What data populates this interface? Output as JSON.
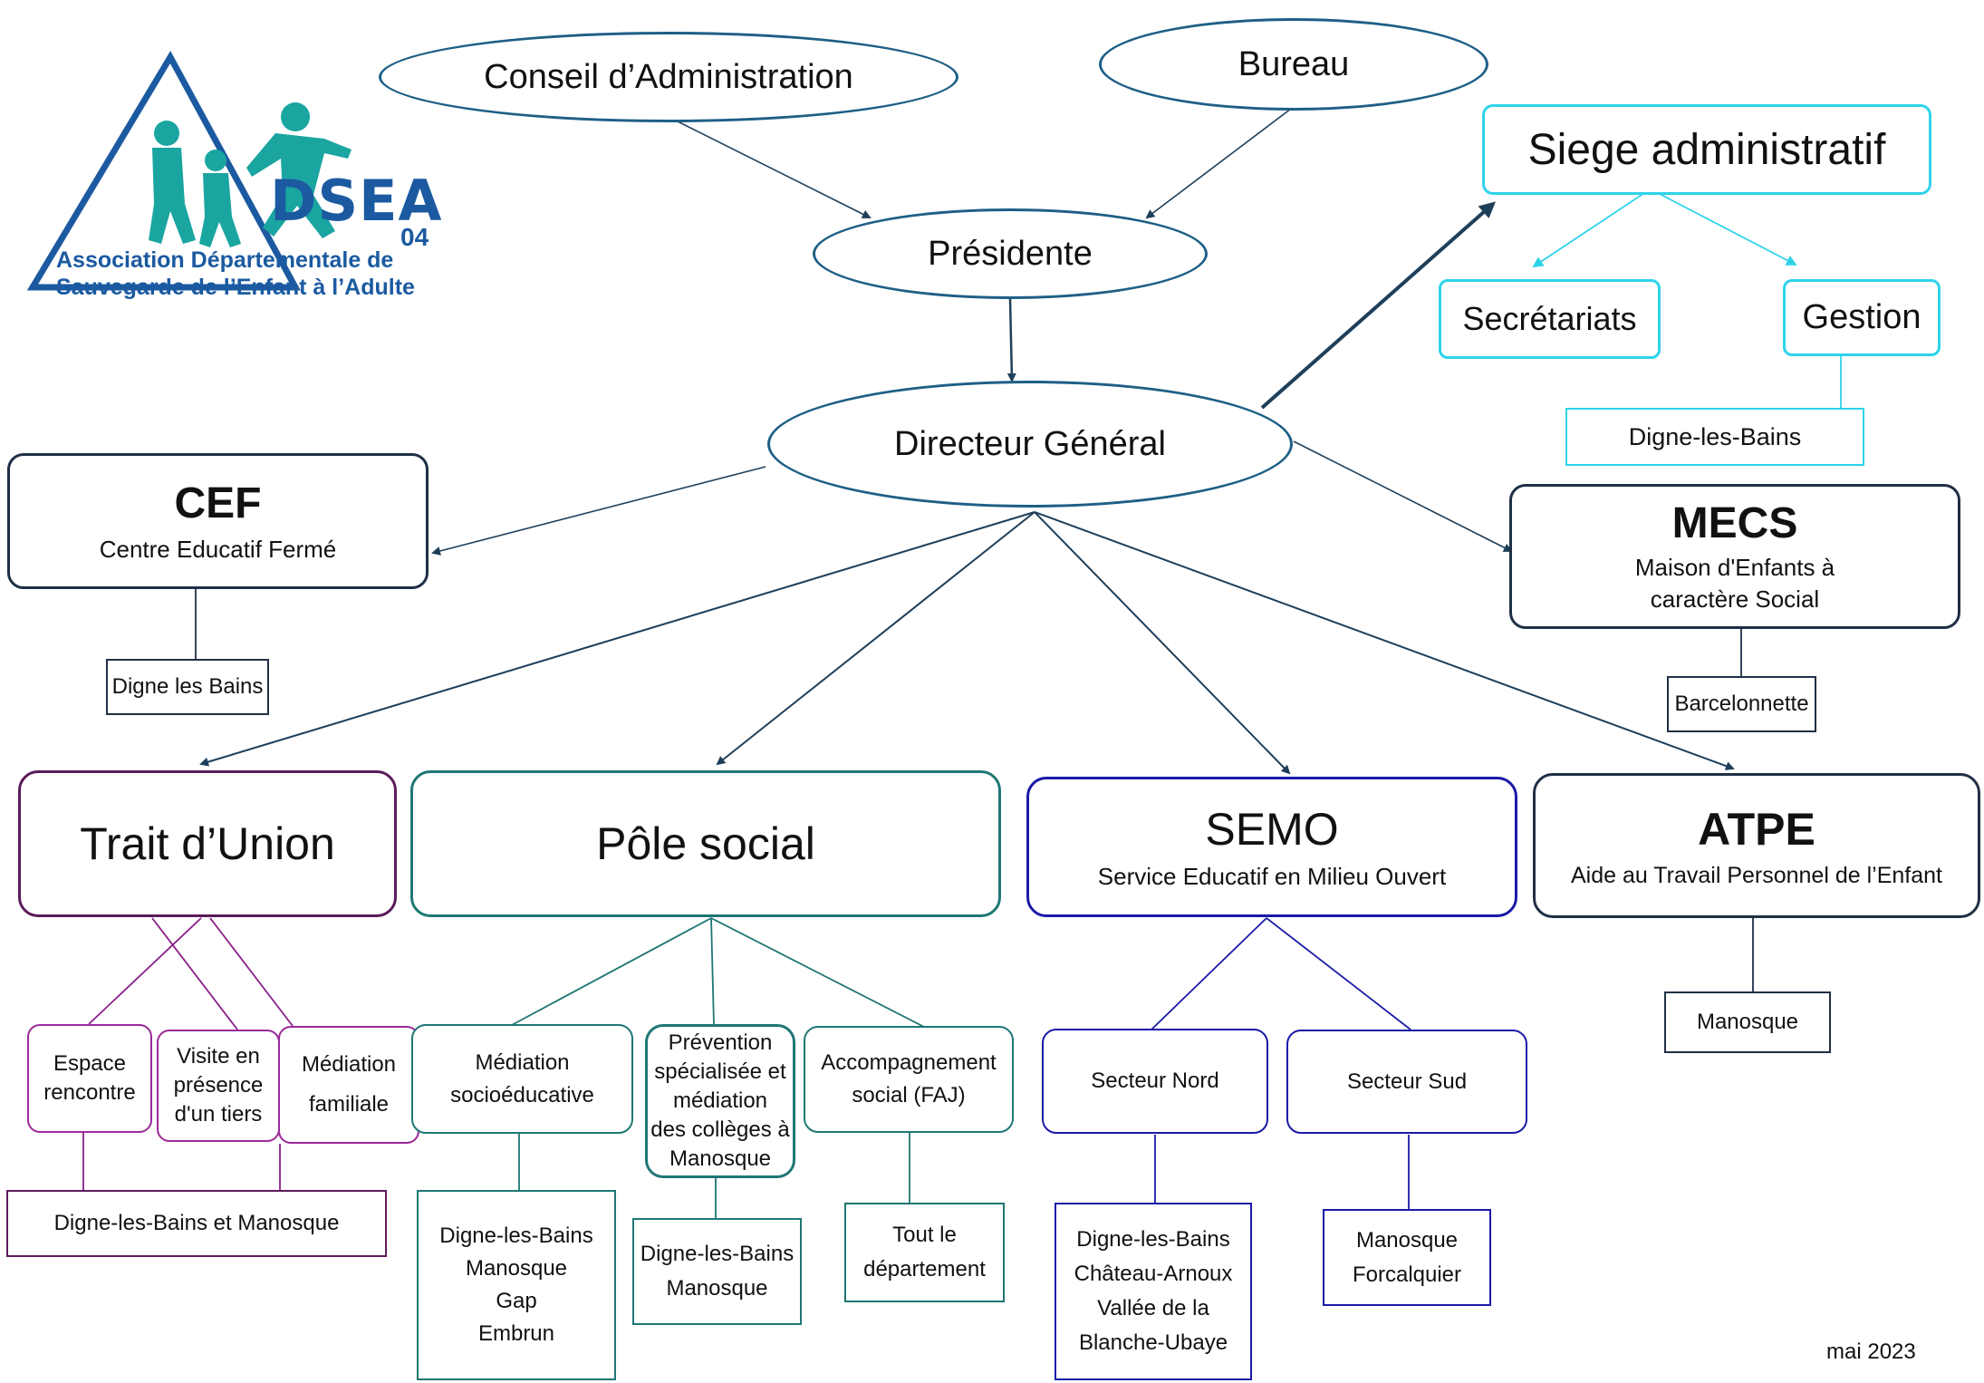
{
  "logo": {
    "mark": "DSEA",
    "mark_suffix": "04",
    "line1": "Association Départementale de",
    "line2": "Sauvegarde de l’Enfant à l’Adulte"
  },
  "nodes": {
    "conseil": "Conseil d’Administration",
    "bureau": "Bureau",
    "presidente": "Présidente",
    "directeur": "Directeur Général",
    "siege": "Siege administratif",
    "secretariats": "Secrétariats",
    "gestion": "Gestion",
    "gestion_loc": "Digne-les-Bains",
    "cef_title": "CEF",
    "cef_sub": "Centre Educatif Fermé",
    "cef_loc": "Digne les Bains",
    "mecs_title": "MECS",
    "mecs_sub": "Maison d'Enfants à\ncaractère Social",
    "mecs_loc": "Barcelonnette",
    "trait": "Trait d’Union",
    "pole": "Pôle social",
    "semo_title": "SEMO",
    "semo_sub": "Service Educatif en Milieu Ouvert",
    "atpe_title": "ATPE",
    "atpe_sub": "Aide au Travail Personnel de l’Enfant",
    "atpe_loc": "Manosque",
    "espace": "Espace\nrencontre",
    "visite": "Visite en\nprésence\nd'un tiers",
    "mediation_fam": "Médiation\nfamiliale",
    "trait_loc": "Digne-les-Bains et Manosque",
    "mediation_socio": "Médiation\nsocioéducative",
    "mediation_socio_loc": "Digne-les-Bains\nManosque\nGap\nEmbrun",
    "prevention": "Prévention\nspécialisée et\nmédiation\ndes collèges à\nManosque",
    "prevention_loc": "Digne-les-Bains\nManosque",
    "accompagnement": "Accompagnement\nsocial (FAJ)",
    "accompagnement_loc": "Tout le\ndépartement",
    "secteur_nord": "Secteur Nord",
    "secteur_nord_loc": "Digne-les-Bains\nChâteau-Arnoux\nVallée de la\nBlanche-Ubaye",
    "secteur_sud": "Secteur Sud",
    "secteur_sud_loc": "Manosque\nForcalquier"
  },
  "footer": {
    "date": "mai 2023"
  },
  "colors": {
    "governance": "#1e5f86",
    "siege": "#2ed3ea",
    "trait": "#5c1a5c",
    "pole": "#1f7774",
    "semo": "#1a1aa8",
    "dark": "#1f2f45",
    "logo": "#1b5aa1",
    "figures": "#1aa5a1"
  }
}
